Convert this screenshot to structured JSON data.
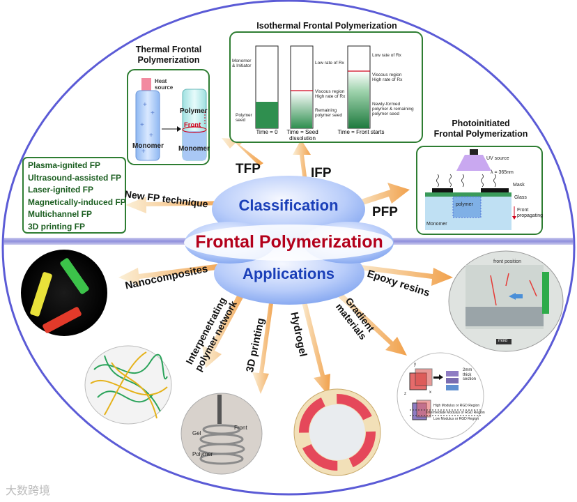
{
  "center": {
    "classification": "Classification",
    "frontal_polymerization": "Frontal Polymerization",
    "applications": "Applications"
  },
  "categories": {
    "tfp": "TFP",
    "ifp": "IFP",
    "pfp": "PFP",
    "new_fp": "New FP technique"
  },
  "panels": {
    "thermal": {
      "title": "Thermal Frontal\nPolymerization",
      "heat_source": "Heat\nsource",
      "monomer_left": "Monomer",
      "polymer": "Polymer",
      "front": "Front",
      "monomer_right": "Monomer"
    },
    "isothermal": {
      "title": "Isothermal Frontal Polymerization",
      "monomer_initiator": "Monomer\n& Initiator",
      "polymer_seed": "Polymer\nseed",
      "low_rate_1": "Low rate of Rx",
      "viscous_1": "Viscous region\nHigh rate of Rx",
      "remaining": "Remaining\npolymer seed",
      "low_rate_2": "Low rate of Rx",
      "viscous_2": "Viscous region\nHigh rate of Rx",
      "newly_formed": "Newly-formed\npolymer & remaining\npolymer seed",
      "time0": "Time = 0",
      "time_seed": "Time = Seed\ndissolution",
      "time_front": "Time = Front starts"
    },
    "photo": {
      "title": "Photoinitiated\nFrontal Polymerization",
      "uv_source": "UV source",
      "lambda": "λ = 365nm",
      "mask": "Mask",
      "glass": "Glass",
      "polymer": "polymer",
      "front_prop": "Front\npropagating",
      "monomer": "Monomer"
    },
    "new_fp_list": [
      "Plasma-ignited FP",
      "Ultrasound-assisted FP",
      "Laser-ignited FP",
      "Magnetically-induced FP",
      "Multichannel FP",
      "3D printing FP"
    ]
  },
  "applications": {
    "nanocomposites": "Nanocomposites",
    "ipn": "Interpenetrating\npolymer network",
    "printing": "3D printing",
    "hydrogel": "Hydrogel",
    "gradient": "Gradient\nmaterials",
    "epoxy": "Epoxy resins"
  },
  "app_images": {
    "printing": {
      "gel": "Gel",
      "front": "Front",
      "polymer": "Polymer"
    },
    "epoxy": {
      "front_position": "front position",
      "mold": "mold"
    },
    "gradient": {
      "thick": "2mm\nthick\nsection",
      "high": "High Modulus or RGD Region",
      "intermediate": "Intermediate Modulus or RGD Region",
      "low": "Low Modulus or RGD Region",
      "axis_y": "y",
      "axis_x": "x",
      "axis_z": "z"
    }
  },
  "watermark": "大数跨境",
  "colors": {
    "ellipse_border": "#5b5bd6",
    "classification_text": "#1a3fb8",
    "title_text": "#b3001b",
    "panel_border": "#2e7d32",
    "arrow_start": "#f7e7c4",
    "arrow_end": "#f0a050"
  }
}
